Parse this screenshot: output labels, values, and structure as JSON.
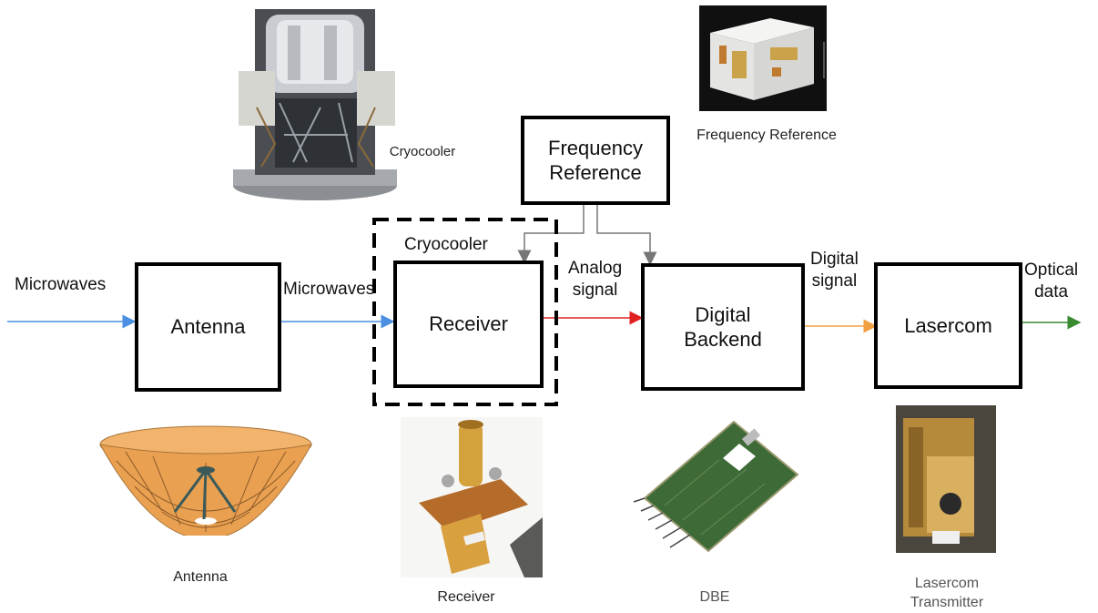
{
  "blocks": {
    "antenna": "Antenna",
    "receiver": "Receiver",
    "digital_backend": "Digital\nBackend",
    "lasercom": "Lasercom",
    "frequency_reference": "Frequency\nReference"
  },
  "dashed_box_label": "Cryocooler",
  "signals": {
    "input": "Microwaves",
    "antenna_to_receiver": "Microwaves",
    "receiver_to_backend": "Analog\nsignal",
    "backend_to_lasercom": "Digital\nsignal",
    "output": "Optical\ndata"
  },
  "photo_captions": {
    "cryocooler": "Cryocooler",
    "frequency_reference": "Frequency Reference",
    "antenna": "Antenna",
    "receiver": "Receiver",
    "dbe": "DBE",
    "lasercom": "Lasercom\nTransmitter"
  },
  "colors": {
    "microwave_arrow": "#4a8fe0",
    "analog_arrow": "#e02020",
    "digital_arrow": "#f0a040",
    "optical_arrow": "#3a8a30",
    "reference_arrow": "#777777"
  }
}
